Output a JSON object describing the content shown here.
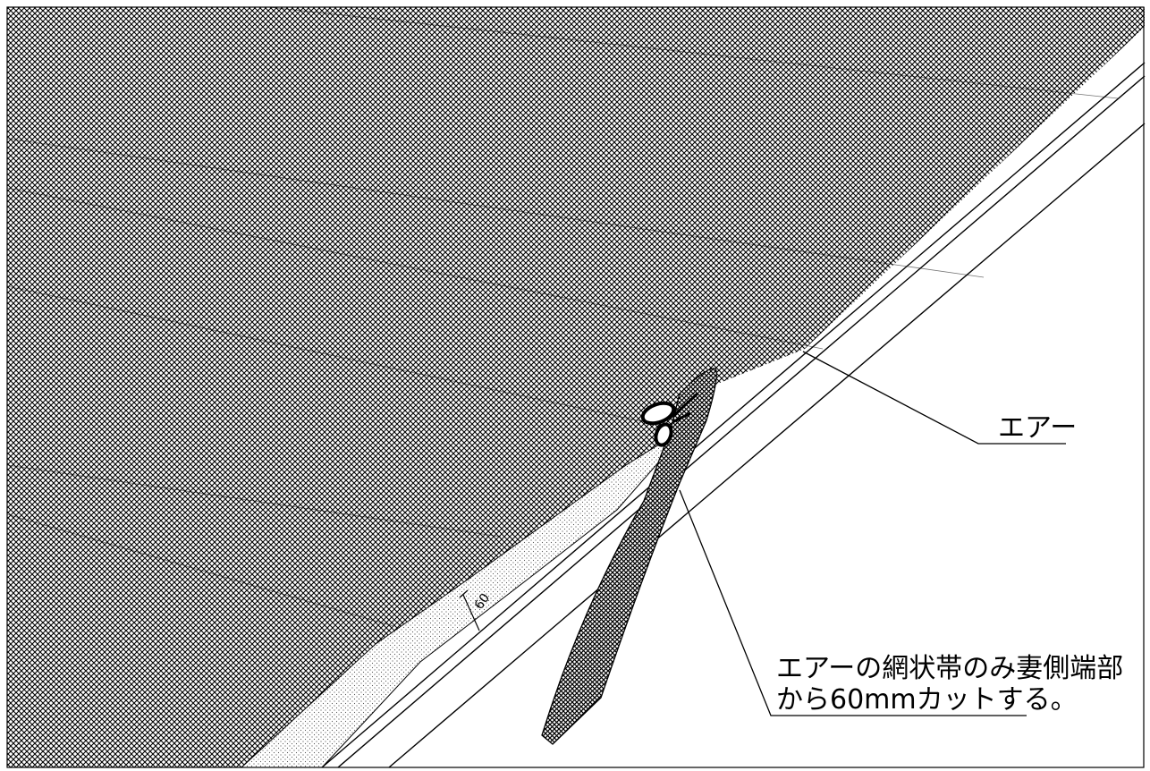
{
  "callouts": {
    "air": {
      "label": "エアー"
    },
    "cut_note": {
      "line1": "エアーの網状帯のみ妻側端部",
      "line2": "から60mmカットする。"
    }
  },
  "dimension": {
    "value": "60"
  },
  "icons": {
    "scissors": "scissors-icon"
  },
  "colors": {
    "line": "#000000",
    "background": "#ffffff",
    "hatch": "#000000",
    "stipple": "#555555"
  }
}
